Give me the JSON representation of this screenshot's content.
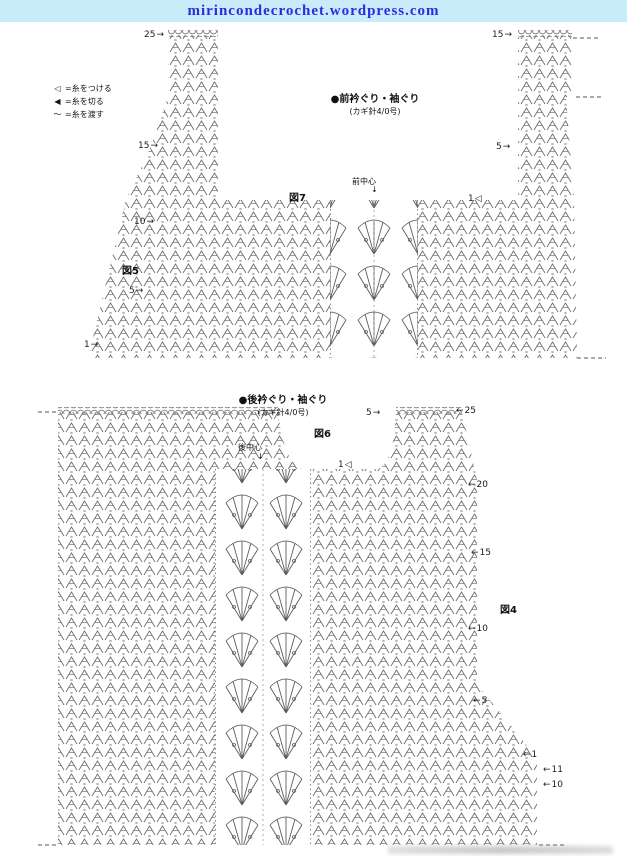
{
  "banner": {
    "url": "mirincondecrochet.wordpress.com"
  },
  "icons": {
    "arrow_right": "→",
    "arrow_left": "←",
    "arrow_down": "↓",
    "triangle_open": "◁",
    "triangle_filled": "◀",
    "wave": "〜"
  },
  "legend": {
    "attach_label": "=糸をつける",
    "cut_label": "=糸を切る",
    "carry_label": "=糸を渡す"
  },
  "front": {
    "title": "●前衿ぐり・袖ぐり",
    "subtitle": "(カギ針4/0号)",
    "fig7": "図7",
    "fig5": "図5",
    "center_label": "前中心",
    "left_rows": [
      "25",
      "15",
      "10",
      "5",
      "1"
    ],
    "right_rows": [
      "15",
      "5",
      "1"
    ]
  },
  "back": {
    "title": "●後衿ぐり・袖ぐり",
    "subtitle": "(カギ針4/0号)",
    "fig6": "図6",
    "fig4": "図4",
    "center_label": "後中心",
    "top_row_5": "5",
    "top_row_25": "25",
    "neck_row_1": "1",
    "right_rows": [
      "20",
      "15",
      "10",
      "5"
    ],
    "bottom_right_rows": [
      "1",
      "11",
      "10"
    ]
  }
}
